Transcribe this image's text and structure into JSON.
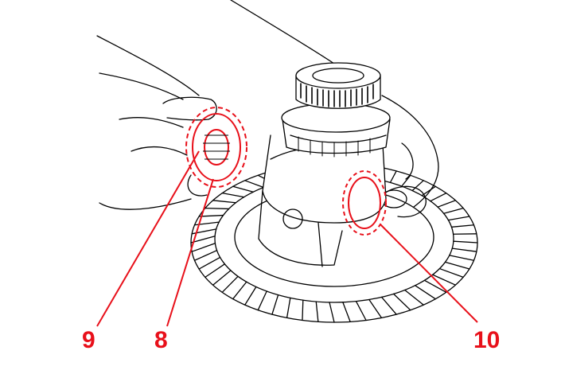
{
  "figure": {
    "callouts": [
      {
        "id": "9",
        "label": "9"
      },
      {
        "id": "8",
        "label": "8"
      },
      {
        "id": "10",
        "label": "10"
      }
    ]
  },
  "colors": {
    "callout": "#e8101a",
    "line": "#000000",
    "background": "#ffffff"
  }
}
